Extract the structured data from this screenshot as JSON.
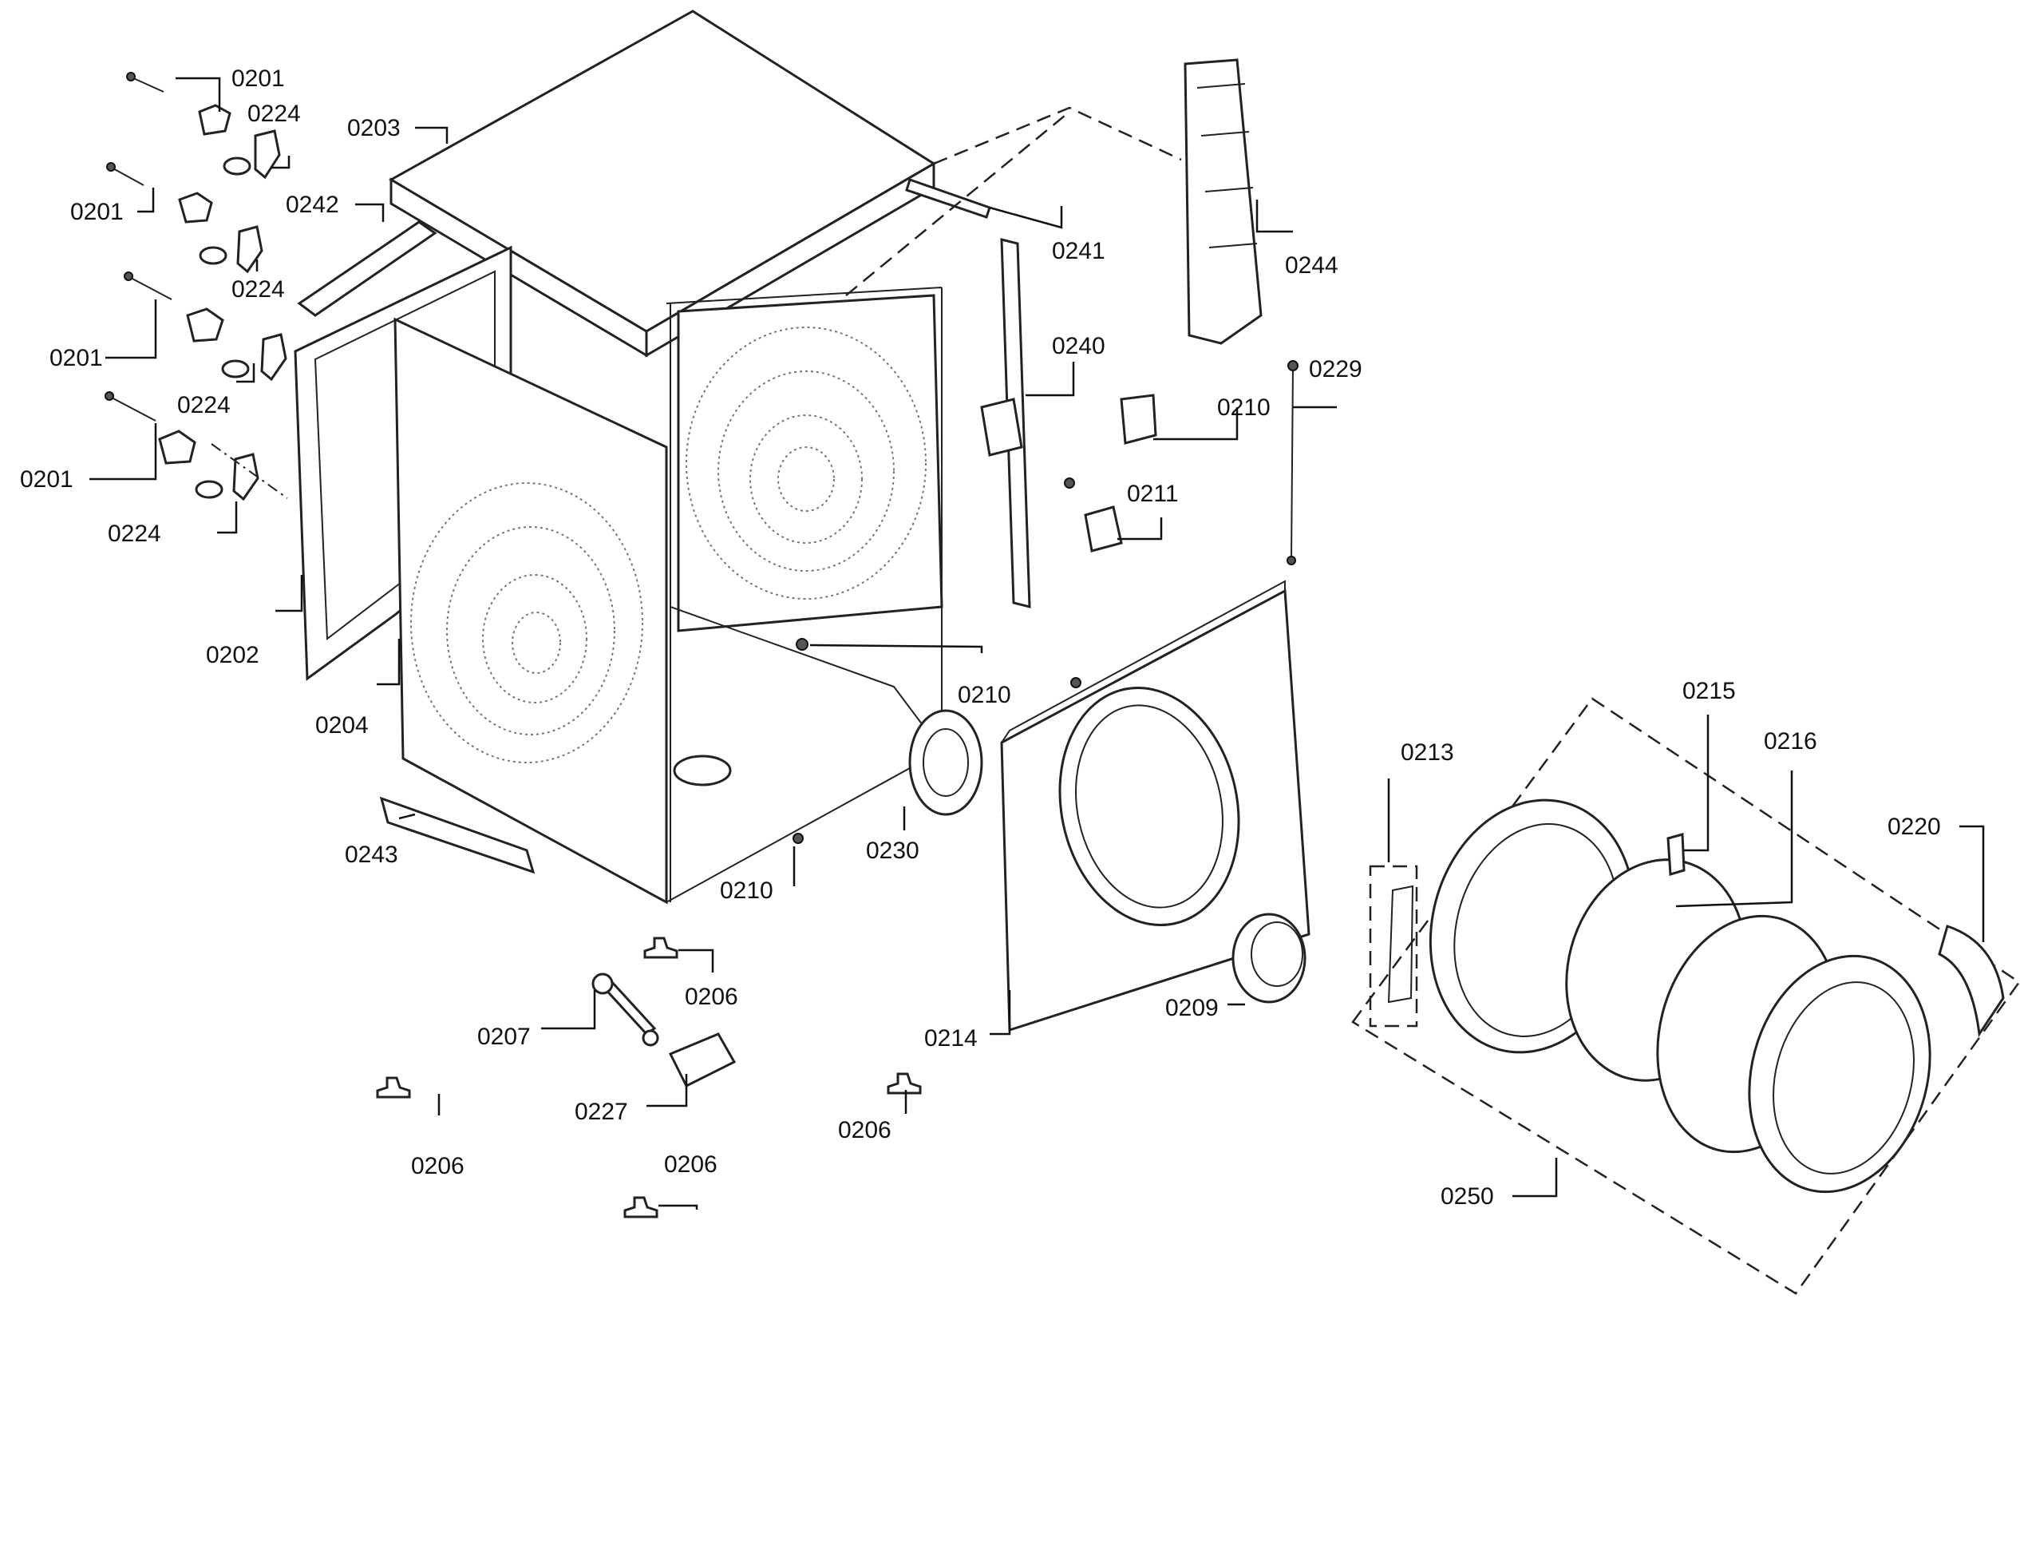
{
  "diagram": {
    "callouts": [
      {
        "id": "c01",
        "text": "0201"
      },
      {
        "id": "c02",
        "text": "0224"
      },
      {
        "id": "c03",
        "text": "0201"
      },
      {
        "id": "c04",
        "text": "0224"
      },
      {
        "id": "c05",
        "text": "0201"
      },
      {
        "id": "c06",
        "text": "0224"
      },
      {
        "id": "c07",
        "text": "0201"
      },
      {
        "id": "c08",
        "text": "0224"
      },
      {
        "id": "c09",
        "text": "0203"
      },
      {
        "id": "c10",
        "text": "0242"
      },
      {
        "id": "c11",
        "text": "0202"
      },
      {
        "id": "c12",
        "text": "0204"
      },
      {
        "id": "c13",
        "text": "0243"
      },
      {
        "id": "c14",
        "text": "0241"
      },
      {
        "id": "c15",
        "text": "0244"
      },
      {
        "id": "c16",
        "text": "0240"
      },
      {
        "id": "c17",
        "text": "0229"
      },
      {
        "id": "c18",
        "text": "0210"
      },
      {
        "id": "c19",
        "text": "0211"
      },
      {
        "id": "c20",
        "text": "0210"
      },
      {
        "id": "c21",
        "text": "0230"
      },
      {
        "id": "c22",
        "text": "0210"
      },
      {
        "id": "c23",
        "text": "0206"
      },
      {
        "id": "c24",
        "text": "0207"
      },
      {
        "id": "c25",
        "text": "0227"
      },
      {
        "id": "c26",
        "text": "0206"
      },
      {
        "id": "c27",
        "text": "0206"
      },
      {
        "id": "c28",
        "text": "0206"
      },
      {
        "id": "c29",
        "text": "0214"
      },
      {
        "id": "c30",
        "text": "0209"
      },
      {
        "id": "c31",
        "text": "0213"
      },
      {
        "id": "c32",
        "text": "0215"
      },
      {
        "id": "c33",
        "text": "0216"
      },
      {
        "id": "c34",
        "text": "0220"
      },
      {
        "id": "c35",
        "text": "0250"
      }
    ]
  }
}
